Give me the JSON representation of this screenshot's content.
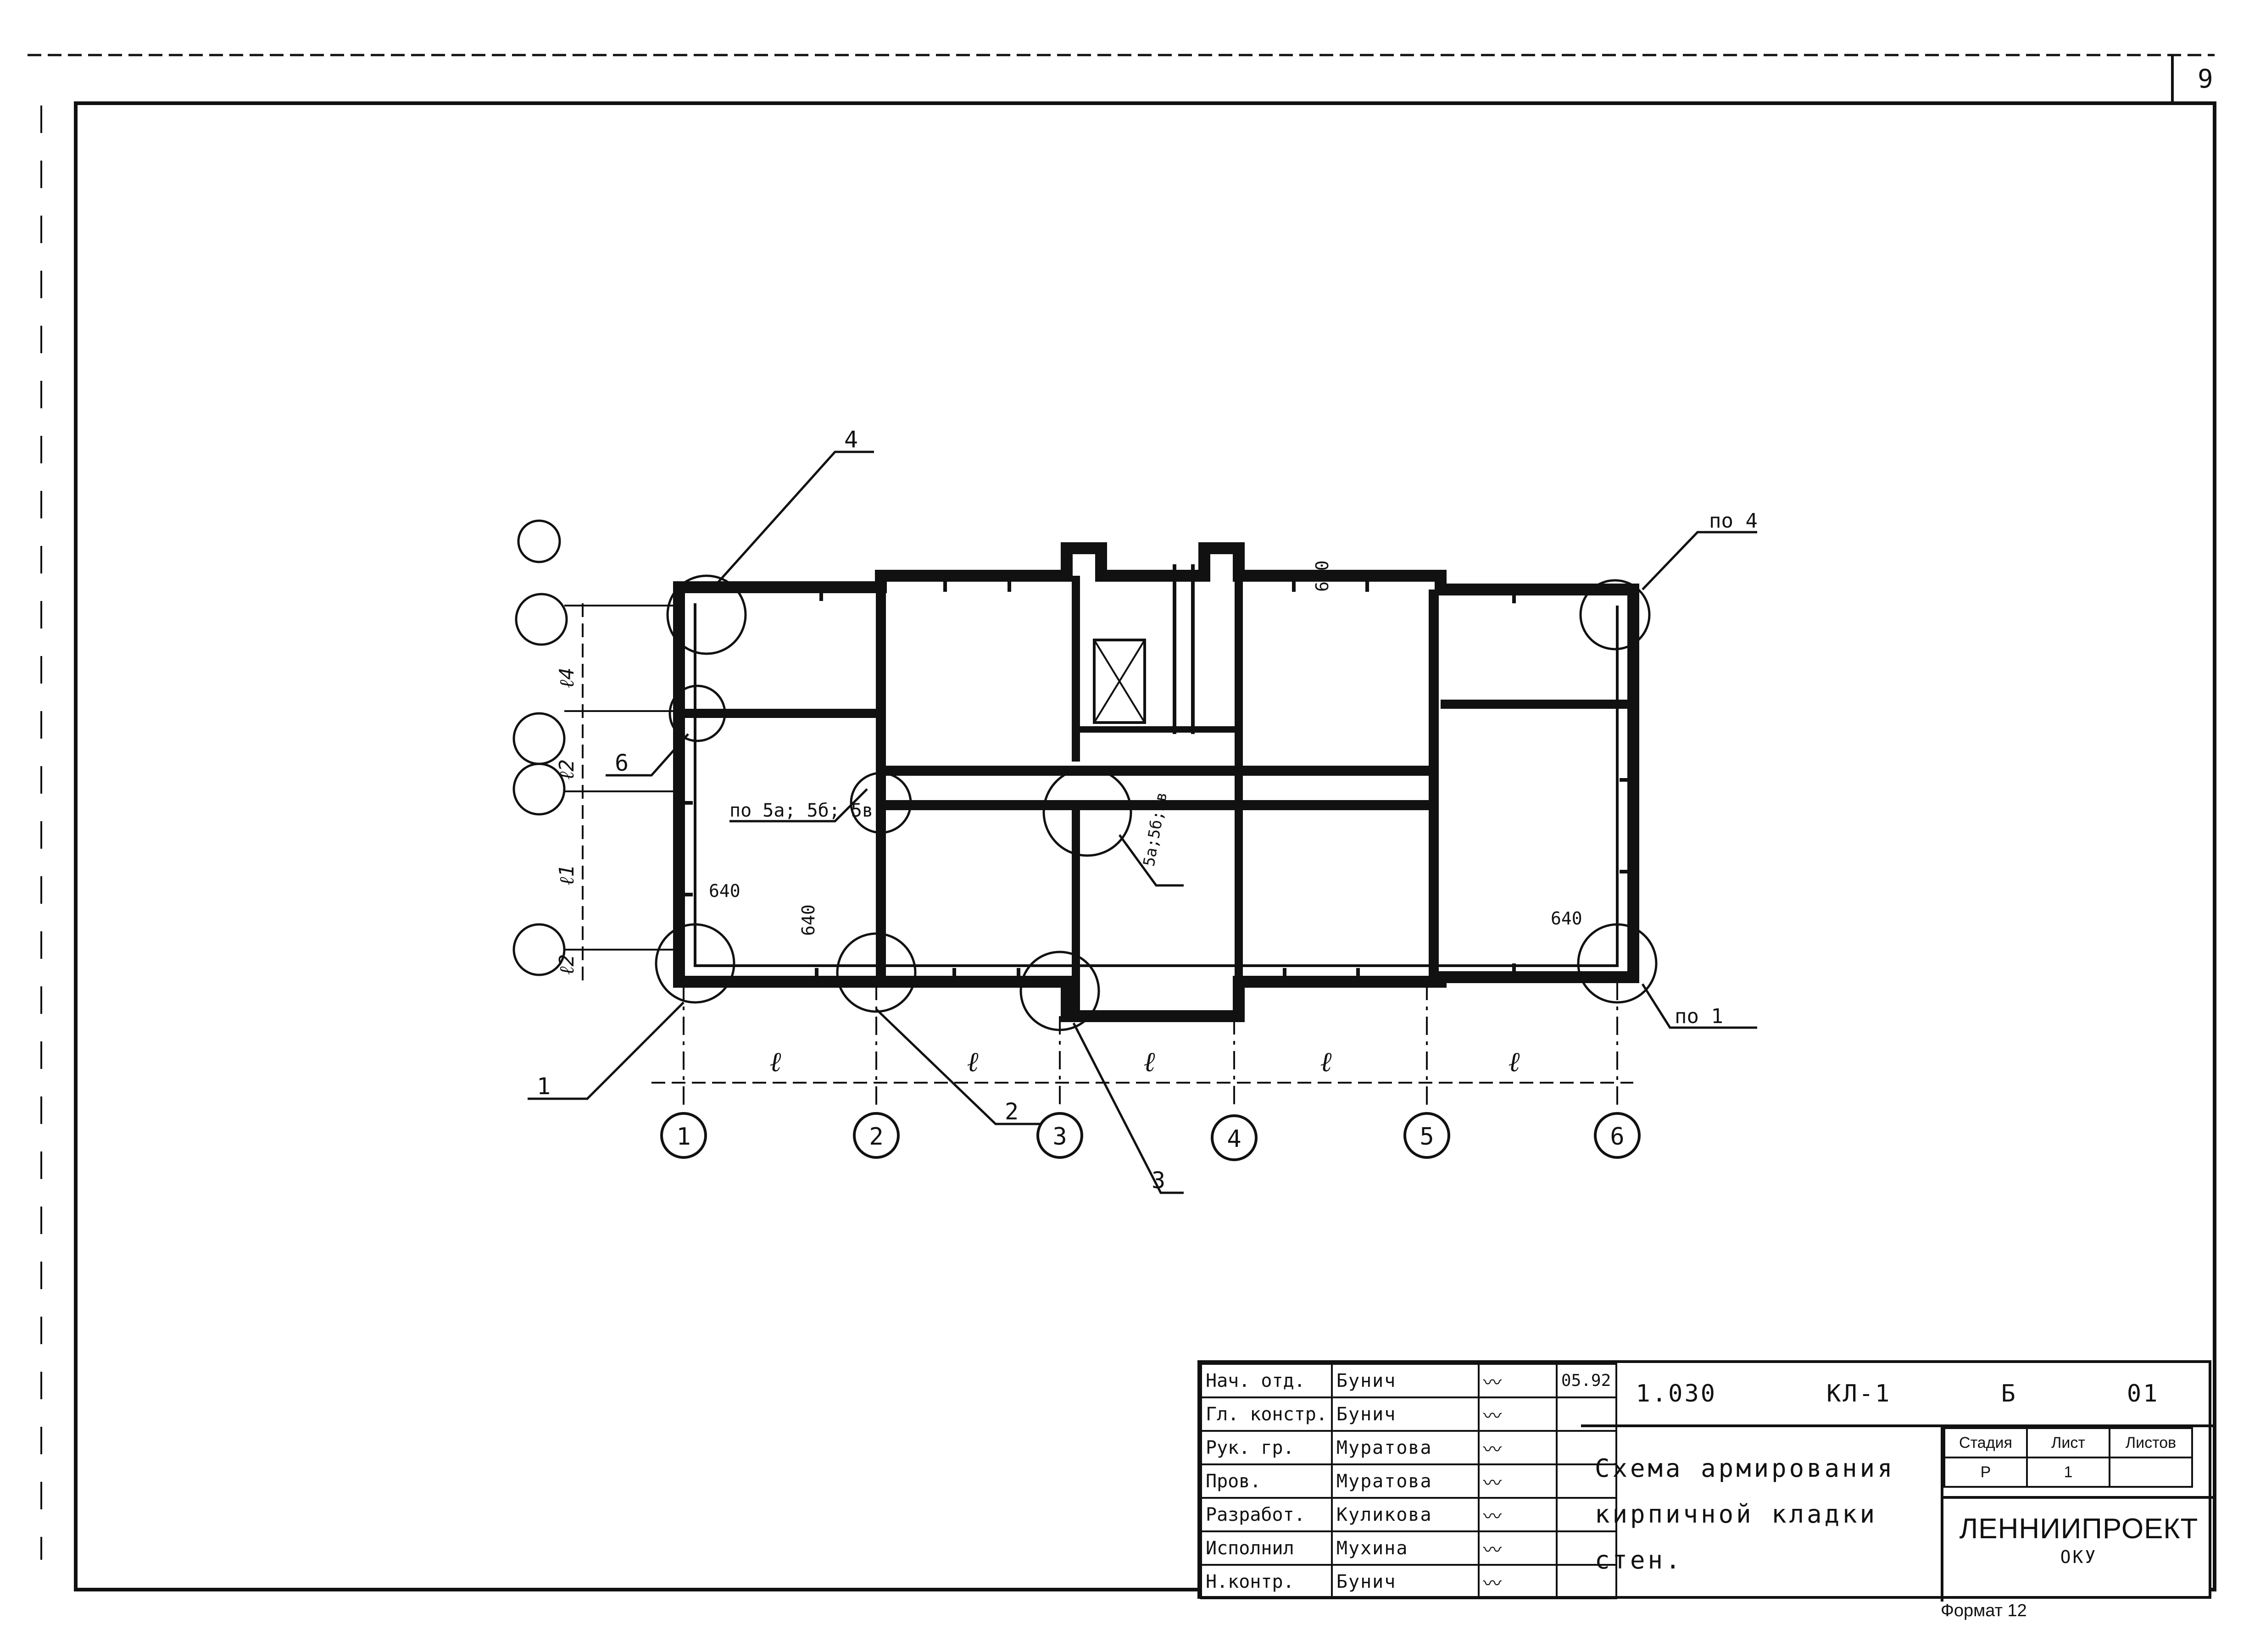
{
  "sheet": {
    "sheet_number": "9",
    "format_label": "Формат 12"
  },
  "plan": {
    "axes": [
      {
        "label": "1"
      },
      {
        "label": "2"
      },
      {
        "label": "3"
      },
      {
        "label": "4"
      },
      {
        "label": "5"
      },
      {
        "label": "6"
      }
    ],
    "span_label": "ℓ",
    "vertical_dimensions": [
      "ℓ4",
      "ℓ2",
      "ℓ1",
      "ℓ2"
    ],
    "wall_thickness_labels": [
      "640",
      "640",
      "640",
      "640"
    ],
    "callouts": [
      {
        "label": "1"
      },
      {
        "label": "2"
      },
      {
        "label": "3"
      },
      {
        "label": "4"
      },
      {
        "label": "6"
      },
      {
        "label": "по 5а; 5б; 5в."
      },
      {
        "label": "по 4"
      },
      {
        "label": "по 1"
      },
      {
        "label": "5а;5б;5в"
      }
    ]
  },
  "title_block": {
    "signatures": [
      {
        "role": "Нач. отд.",
        "name": "Бунич",
        "date": "05.92"
      },
      {
        "role": "Гл. констр.",
        "name": "Бунич",
        "date": ""
      },
      {
        "role": "Рук. гр.",
        "name": "Муратова",
        "date": ""
      },
      {
        "role": "Пров.",
        "name": "Муратова",
        "date": ""
      },
      {
        "role": "Разработ.",
        "name": "Куликова",
        "date": ""
      },
      {
        "role": "Исполнил",
        "name": "Мухина",
        "date": ""
      },
      {
        "role": "Н.контр.",
        "name": "Бунич",
        "date": ""
      }
    ],
    "code_parts": [
      "1.030",
      "КЛ-1",
      "Б",
      "01"
    ],
    "drawing_title_line1": "Схема армирования",
    "drawing_title_line2": "кирпичной кладки стен.",
    "sheet_table": {
      "headers": [
        "Стадия",
        "Лист",
        "Листов"
      ],
      "values": [
        "Р",
        "1",
        ""
      ]
    },
    "organization": "ЛЕННИИПРОЕКТ",
    "organization_sub": "ОКУ"
  }
}
